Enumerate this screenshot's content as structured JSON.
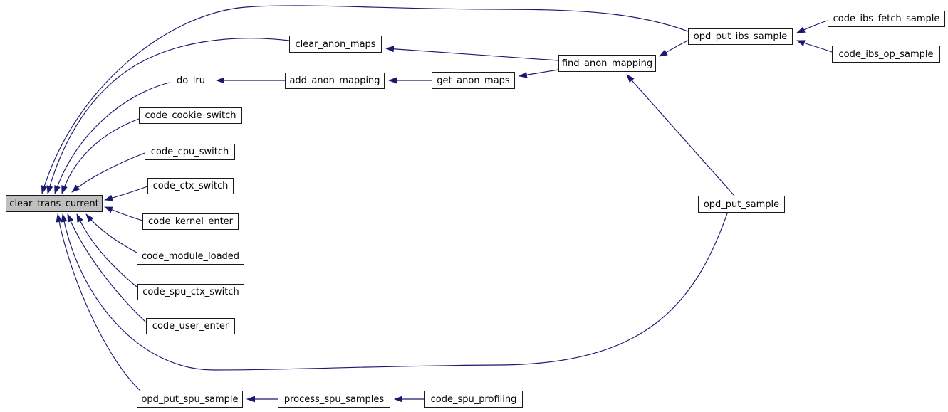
{
  "diagram": {
    "kind": "caller-graph",
    "focus_function": "clear_trans_current"
  },
  "colors": {
    "edge": "#191970",
    "node_border": "#1a1a1a",
    "node_fill": "#ffffff",
    "highlight_fill": "#bfbfbf",
    "text": "#000000",
    "background": "#ffffff"
  },
  "nodes": [
    {
      "id": "clear_trans_current",
      "label": "clear_trans_current",
      "highlighted": true
    },
    {
      "id": "do_lru",
      "label": "do_lru",
      "highlighted": false
    },
    {
      "id": "code_cookie_switch",
      "label": "code_cookie_switch",
      "highlighted": false
    },
    {
      "id": "code_cpu_switch",
      "label": "code_cpu_switch",
      "highlighted": false
    },
    {
      "id": "code_ctx_switch",
      "label": "code_ctx_switch",
      "highlighted": false
    },
    {
      "id": "code_kernel_enter",
      "label": "code_kernel_enter",
      "highlighted": false
    },
    {
      "id": "code_module_loaded",
      "label": "code_module_loaded",
      "highlighted": false
    },
    {
      "id": "code_spu_ctx_switch",
      "label": "code_spu_ctx_switch",
      "highlighted": false
    },
    {
      "id": "code_user_enter",
      "label": "code_user_enter",
      "highlighted": false
    },
    {
      "id": "opd_put_spu_sample",
      "label": "opd_put_spu_sample",
      "highlighted": false
    },
    {
      "id": "clear_anon_maps",
      "label": "clear_anon_maps",
      "highlighted": false
    },
    {
      "id": "add_anon_mapping",
      "label": "add_anon_mapping",
      "highlighted": false
    },
    {
      "id": "get_anon_maps",
      "label": "get_anon_maps",
      "highlighted": false
    },
    {
      "id": "find_anon_mapping",
      "label": "find_anon_mapping",
      "highlighted": false
    },
    {
      "id": "opd_put_ibs_sample",
      "label": "opd_put_ibs_sample",
      "highlighted": false
    },
    {
      "id": "code_ibs_fetch_sample",
      "label": "code_ibs_fetch_sample",
      "highlighted": false
    },
    {
      "id": "code_ibs_op_sample",
      "label": "code_ibs_op_sample",
      "highlighted": false
    },
    {
      "id": "opd_put_sample",
      "label": "opd_put_sample",
      "highlighted": false
    },
    {
      "id": "process_spu_samples",
      "label": "process_spu_samples",
      "highlighted": false
    },
    {
      "id": "code_spu_profiling",
      "label": "code_spu_profiling",
      "highlighted": false
    }
  ],
  "edges": [
    {
      "from": "opd_put_ibs_sample",
      "to": "clear_trans_current"
    },
    {
      "from": "clear_anon_maps",
      "to": "clear_trans_current"
    },
    {
      "from": "do_lru",
      "to": "clear_trans_current"
    },
    {
      "from": "code_cookie_switch",
      "to": "clear_trans_current"
    },
    {
      "from": "code_cpu_switch",
      "to": "clear_trans_current"
    },
    {
      "from": "code_ctx_switch",
      "to": "clear_trans_current"
    },
    {
      "from": "code_kernel_enter",
      "to": "clear_trans_current"
    },
    {
      "from": "code_module_loaded",
      "to": "clear_trans_current"
    },
    {
      "from": "code_spu_ctx_switch",
      "to": "clear_trans_current"
    },
    {
      "from": "code_user_enter",
      "to": "clear_trans_current"
    },
    {
      "from": "opd_put_spu_sample",
      "to": "clear_trans_current"
    },
    {
      "from": "opd_put_sample",
      "to": "clear_trans_current"
    },
    {
      "from": "find_anon_mapping",
      "to": "clear_anon_maps"
    },
    {
      "from": "find_anon_mapping",
      "to": "get_anon_maps"
    },
    {
      "from": "get_anon_maps",
      "to": "add_anon_mapping"
    },
    {
      "from": "add_anon_mapping",
      "to": "do_lru"
    },
    {
      "from": "opd_put_ibs_sample",
      "to": "find_anon_mapping"
    },
    {
      "from": "opd_put_sample",
      "to": "find_anon_mapping"
    },
    {
      "from": "code_ibs_fetch_sample",
      "to": "opd_put_ibs_sample"
    },
    {
      "from": "code_ibs_op_sample",
      "to": "opd_put_ibs_sample"
    },
    {
      "from": "process_spu_samples",
      "to": "opd_put_spu_sample"
    },
    {
      "from": "code_spu_profiling",
      "to": "process_spu_samples"
    }
  ]
}
